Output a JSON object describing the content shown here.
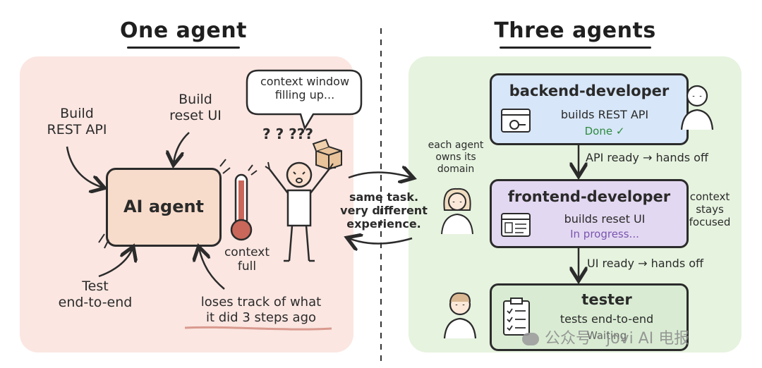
{
  "left": {
    "heading": "One agent",
    "agent_box": "AI agent",
    "label_build_rest": "Build\nREST API",
    "label_build_ui": "Build\nreset UI",
    "label_test": "Test\nend-to-end",
    "bubble": "context window\nfilling up...",
    "question_marks": "? ? ???",
    "context_full": "context\nfull",
    "loses_track": "loses track of what\nit did 3 steps ago"
  },
  "middle": {
    "caption": "same task.\nvery different\nexperience."
  },
  "right": {
    "heading": "Three agents",
    "owns_domain": "each agent\nowns its\ndomain",
    "context_focused": "context\nstays\nfocused",
    "backend": {
      "title": "backend-developer",
      "task": "builds REST API",
      "status": "Done ✓"
    },
    "handoff1": "API ready → hands off",
    "frontend": {
      "title": "frontend-developer",
      "task": "builds reset UI",
      "status": "In progress..."
    },
    "handoff2": "UI ready → hands off",
    "tester": {
      "title": "tester",
      "task": "tests end-to-end",
      "status": "Waiting"
    }
  },
  "watermark": "公众号 · jovi AI 电报",
  "colors": {
    "left_panel": "#fbe6e1",
    "right_panel": "#e6f3df",
    "agent_box": "#f8dccb",
    "backend_box": "#d7e6f8",
    "frontend_box": "#e3d8f1",
    "tester_box": "#d9ecd3",
    "done_green": "#2e8b3e",
    "progress_purple": "#7a55b0"
  }
}
